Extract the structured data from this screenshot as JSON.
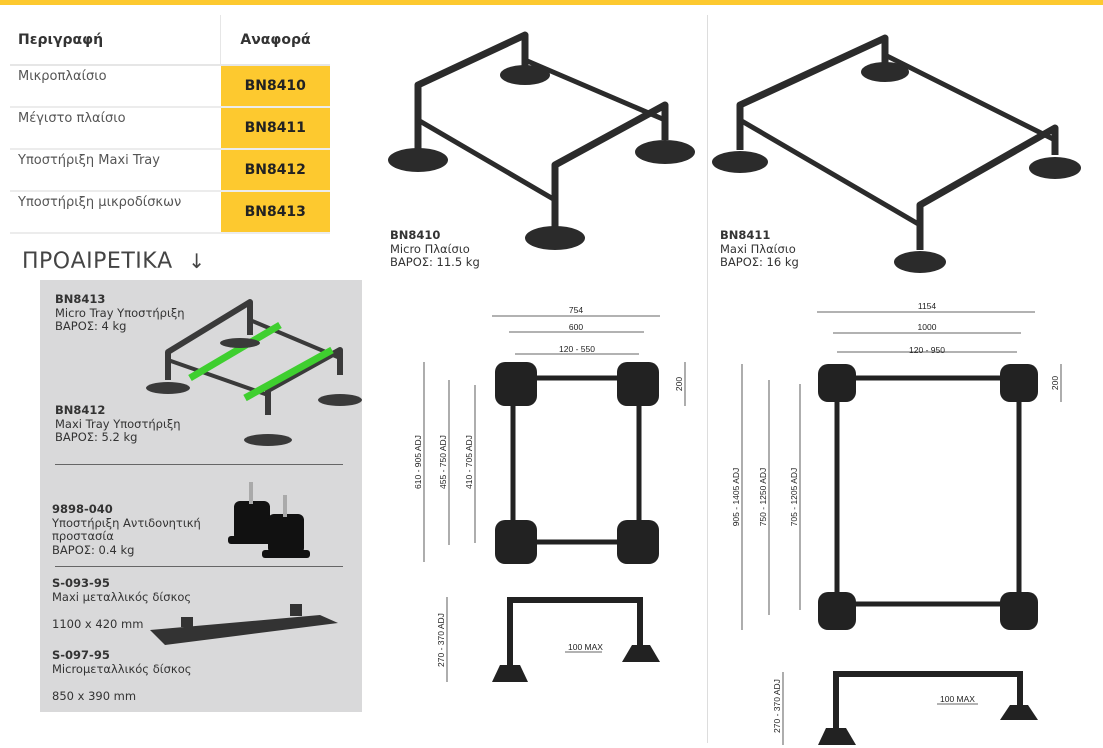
{
  "table": {
    "headers": [
      "Περιγραφή",
      "Αναφορά"
    ],
    "rows": [
      {
        "desc": "Μικροπλαίσιο",
        "ref": "BN8410"
      },
      {
        "desc": "Μέγιστο πλαίσιο",
        "ref": "BN8411"
      },
      {
        "desc": "Υποστήριξη Maxi Tray",
        "ref": "BN8412"
      },
      {
        "desc": "Υποστήριξη μικροδίσκων",
        "ref": "BN8413"
      }
    ]
  },
  "optional": {
    "title": "ΠΡΟΑΙΡΕΤΙΚΑ",
    "arrow": "↓"
  },
  "accessories": [
    {
      "code": "BN8413",
      "name": "Micro Tray Υποστήριξη",
      "detail": "ΒΑΡΟΣ: 4 kg"
    },
    {
      "code": "BN8412",
      "name": "Maxi Tray Υποστήριξη",
      "detail": "ΒΑΡΟΣ: 5.2 kg"
    },
    {
      "code": "9898-040",
      "name": "Υποστήριξη Αντιδονητική προστασία",
      "detail": "ΒΑΡΟΣ: 0.4 kg"
    },
    {
      "code": "S-093-95",
      "name": "Maxi μεταλλικός δίσκος",
      "detail": "1100 x 420 mm"
    },
    {
      "code": "S-097-95",
      "name": "Microμεταλλικός δίσκος",
      "detail": "850 x 390 mm"
    }
  ],
  "products": [
    {
      "code": "BN8410",
      "name": "Micro Πλαίσιο",
      "weight": "ΒΑΡΟΣ: 11.5 kg"
    },
    {
      "code": "BN8411",
      "name": "Maxi Πλαίσιο",
      "weight": "ΒΑΡΟΣ: 16 kg"
    }
  ],
  "drawings": {
    "micro": {
      "w_outer": "754",
      "w_mid": "600",
      "w_adj": "120 - 550",
      "h_outer": "610 - 905 ADJ",
      "h_mid": "455 - 750 ADJ",
      "h_inner": "410 - 705 ADJ",
      "pad": "200",
      "height": "270 - 370 ADJ",
      "max": "100 MAX"
    },
    "maxi": {
      "w_outer": "1154",
      "w_mid": "1000",
      "w_adj": "120 - 950",
      "h_outer": "905 - 1405 ADJ",
      "h_mid": "750 - 1250 ADJ",
      "h_inner": "705 - 1205 ADJ",
      "pad": "200",
      "height": "270 - 370 ADJ",
      "max": "100 MAX"
    }
  },
  "colors": {
    "accent": "#fdc92f",
    "frame": "#2b2b2b",
    "tray": "#3fcf2f",
    "panel": "#d9d9da"
  }
}
